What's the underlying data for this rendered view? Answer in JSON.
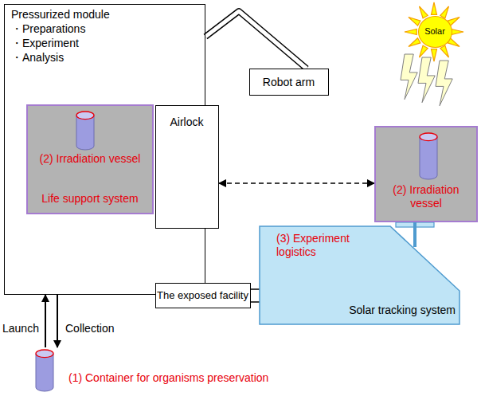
{
  "diagram": {
    "nodes": [
      {
        "text": [
          "Pressurized module",
          "・Preparations",
          "・Experiment",
          "・Analysis"
        ]
      },
      {
        "text": [
          "(2) Irradiation vessel",
          "Life support system"
        ],
        "in": 0
      },
      {
        "text": [
          "Airlock"
        ]
      },
      {
        "text": [
          "Robot arm"
        ]
      },
      {
        "text": [
          "Solar"
        ]
      },
      {
        "text": [
          "(2) Irradiation vessel"
        ]
      },
      {
        "text": [
          "(3) Experiment logistics",
          "Solar tracking system"
        ]
      },
      {
        "text": [
          "The exposed facility"
        ]
      },
      {
        "text": [
          "(1) Container for organisms preservation"
        ]
      }
    ],
    "edges": [
      {
        "from": 2,
        "to": 5,
        "arrow": "both"
      },
      {
        "from": 8,
        "to": 0,
        "label": "Launch",
        "arrow": "to"
      },
      {
        "from": 0,
        "to": 8,
        "label": "Collection",
        "arrow": "to"
      },
      {
        "from": 7,
        "to": 6,
        "arrow": "none"
      },
      {
        "from": 7,
        "to": 6,
        "arrow": "none"
      },
      {
        "from": 0,
        "to": 3,
        "arrow": "none"
      },
      {
        "from": 6,
        "to": 5,
        "arrow": "none"
      }
    ]
  }
}
